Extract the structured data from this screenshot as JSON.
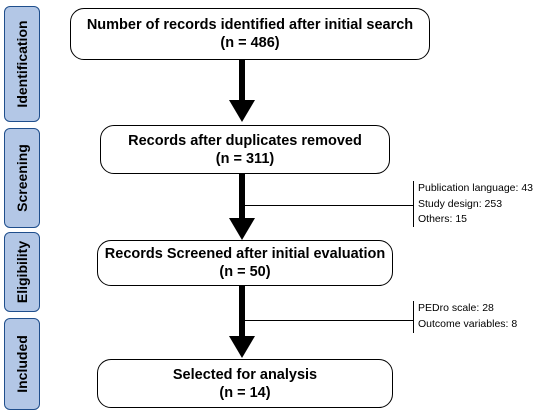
{
  "stages": [
    "Identification",
    "Screening",
    "Eligibility",
    "Included"
  ],
  "boxes": [
    {
      "title": "Number of records identified after initial search",
      "count": "(n = 486)"
    },
    {
      "title": "Records after duplicates removed",
      "count": "(n = 311)"
    },
    {
      "title": "Records Screened after initial evaluation",
      "count": "(n = 50)"
    },
    {
      "title": "Selected for analysis",
      "count": "(n = 14)"
    }
  ],
  "exclusions": [
    [
      "Publication language: 43",
      "Study design: 253",
      "Others: 15"
    ],
    [
      "PEDro scale: 28",
      "Outcome variables: 8"
    ]
  ],
  "colors": {
    "stage_fill": "#b3c7e6",
    "stage_border": "#1f4e8c",
    "lines": "#000000"
  }
}
